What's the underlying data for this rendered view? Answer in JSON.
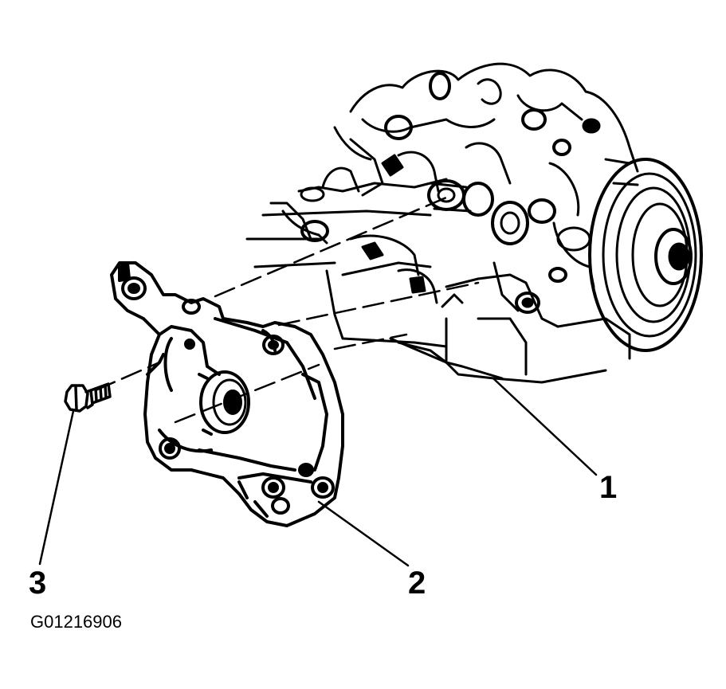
{
  "callouts": {
    "item1": "1",
    "item2": "2",
    "item3": "3"
  },
  "figure_id": "G01216906",
  "colors": {
    "ink": "#000000",
    "paper": "#ffffff"
  }
}
